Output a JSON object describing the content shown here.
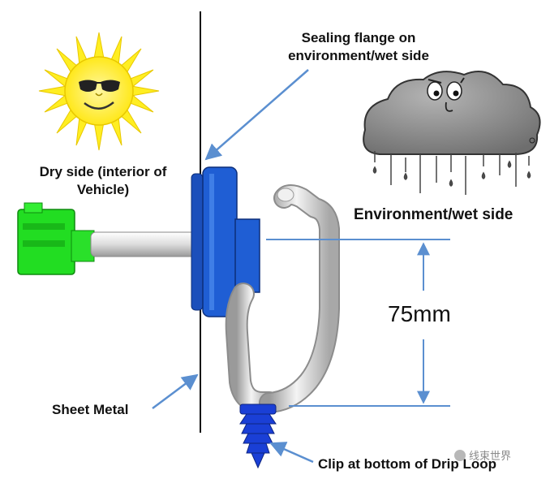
{
  "labels": {
    "sealing_flange": "Sealing flange on environment/wet side",
    "dry_side": "Dry side (interior of Vehicle)",
    "environment": "Environment/wet side",
    "dimension": "75mm",
    "sheet_metal": "Sheet Metal",
    "clip": "Clip at bottom of Drip Loop"
  },
  "watermark": "线束世界",
  "colors": {
    "flange": "#1f5ed4",
    "connector": "#22dd22",
    "clip": "#1a3fd6",
    "cable": "#e8e8e8",
    "arrow": "#5b8fd0",
    "sun": "#ffee22",
    "cloud": "#8e8e8e"
  },
  "icons": [
    "sun-icon",
    "rain-cloud-icon"
  ]
}
